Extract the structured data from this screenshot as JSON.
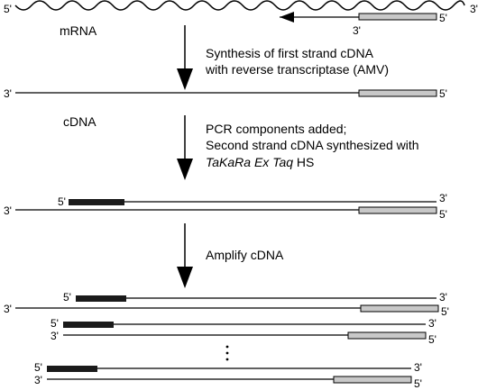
{
  "labels": {
    "mrna": "mRNA",
    "cdna": "cDNA",
    "step1_line1": "Synthesis of first strand cDNA",
    "step1_line2": "with reverse transcriptase (AMV)",
    "step2_line1": "PCR components added;",
    "step2_line2": "Second strand cDNA synthesized with",
    "step2_enzyme": "TaKaRa Ex Taq",
    "step2_suffix": " HS",
    "step3": "Amplify cDNA"
  },
  "ends": {
    "three": "3'",
    "five": "5'"
  },
  "colors": {
    "line": "#000000",
    "primer_fill": "#c8c8c8",
    "primer_dark": "#1a1a1a"
  }
}
